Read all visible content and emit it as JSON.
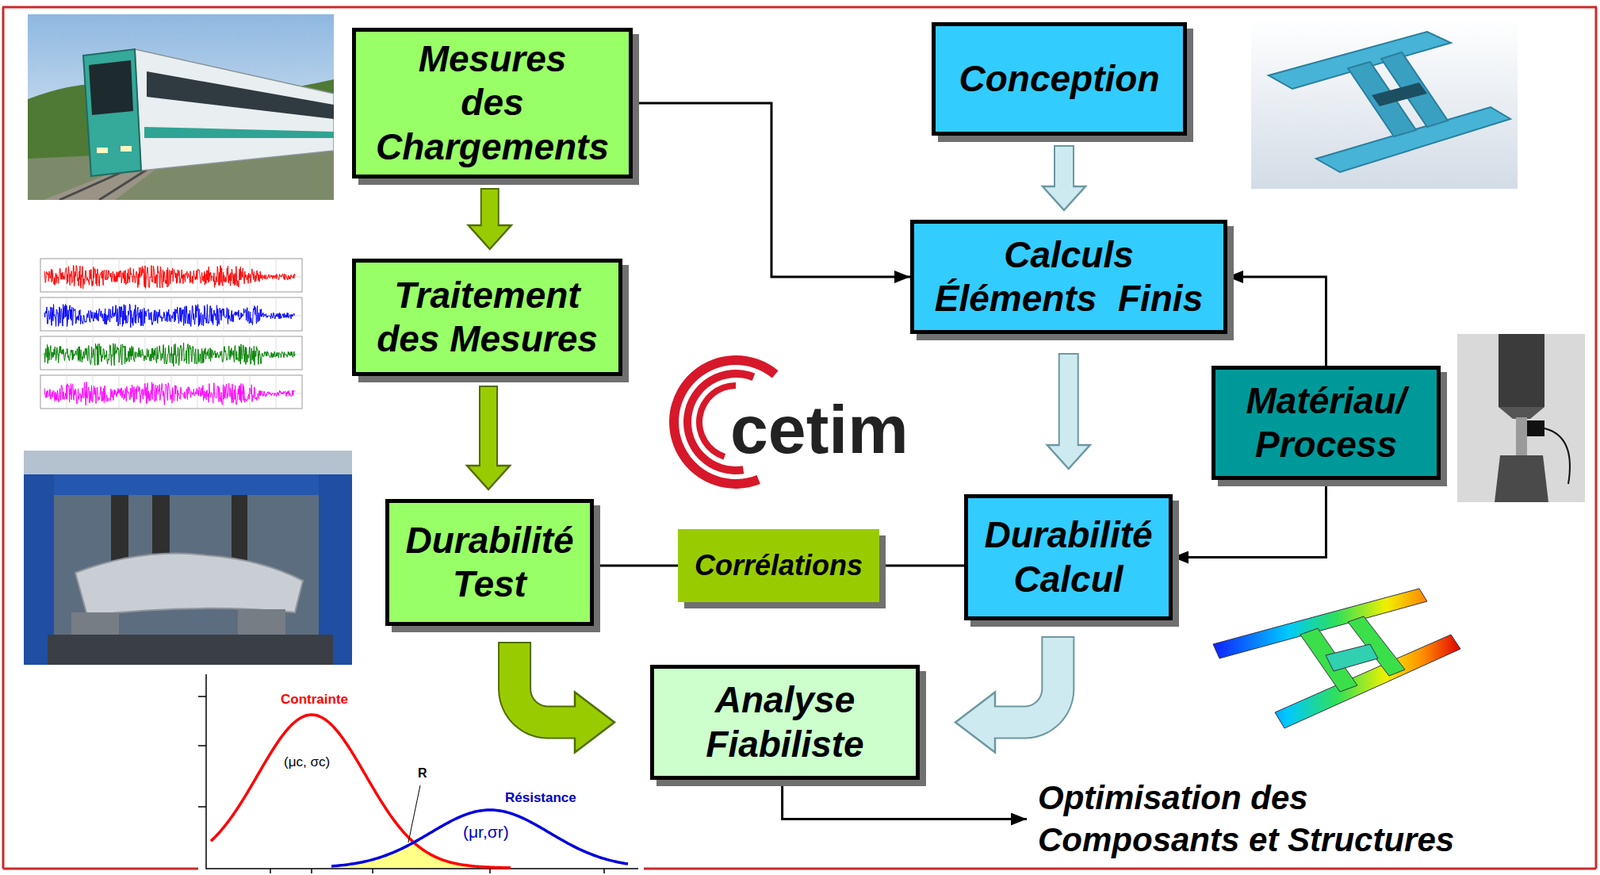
{
  "diagram": {
    "nodes": [
      {
        "text": [
          "Mesures des Chargements"
        ]
      },
      {
        "text": [
          "Conception"
        ]
      },
      {
        "text": [
          "Traitement des Mesures"
        ]
      },
      {
        "text": [
          "Calculs Éléments Finis"
        ]
      },
      {
        "text": [
          "Matériau/ Process"
        ]
      },
      {
        "text": [
          "Durabilité Test"
        ]
      },
      {
        "text": [
          "Corrélations"
        ]
      },
      {
        "text": [
          "Durabilité Calcul"
        ]
      },
      {
        "text": [
          "Analyse Fiabiliste"
        ]
      }
    ],
    "edges": [
      {
        "from": 0,
        "to": 2,
        "arrow": "to"
      },
      {
        "from": 2,
        "to": 5,
        "arrow": "to"
      },
      {
        "from": 0,
        "to": 3,
        "arrow": "to"
      },
      {
        "from": 1,
        "to": 3,
        "arrow": "to"
      },
      {
        "from": 3,
        "to": 7,
        "arrow": "to"
      },
      {
        "from": 4,
        "to": 3,
        "arrow": "to"
      },
      {
        "from": 4,
        "to": 7,
        "arrow": "to"
      },
      {
        "from": 5,
        "to": 6,
        "arrow": "none"
      },
      {
        "from": 6,
        "to": 7,
        "arrow": "none"
      },
      {
        "from": 5,
        "to": 8,
        "arrow": "to"
      },
      {
        "from": 7,
        "to": 8,
        "arrow": "to"
      }
    ],
    "labels": [
      "cetim",
      "Contrainte",
      "(μc, σc)",
      "R",
      "Résistance",
      "(μr,σr)",
      "Optimisation des Composants et Structures"
    ]
  }
}
